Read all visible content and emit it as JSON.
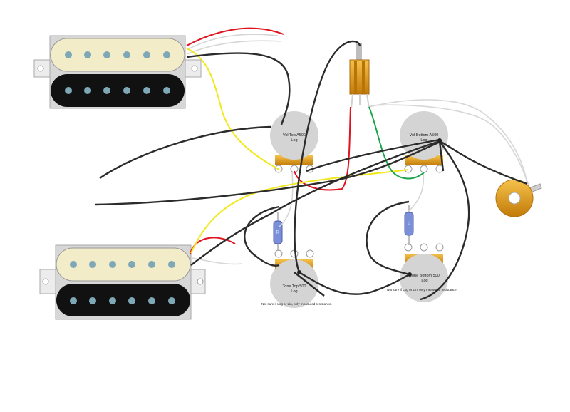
{
  "pots": {
    "vol_top": {
      "name": "Vol Top A500",
      "taper": "Log"
    },
    "vol_bottom": {
      "name": "Vol Bottom A500",
      "taper": "Log"
    },
    "tone_top": {
      "name": "Tone Top 500",
      "taper": "Log",
      "note": "Not sure if Log or Lin, only measured resistance."
    },
    "tone_bottom": {
      "name": "Tone Bottom 500",
      "taper": "Log",
      "note": "Not sure if Log or Lin, only measured resistance."
    }
  },
  "capacitors": {
    "left": ".22",
    "right": ".22"
  },
  "colors": {
    "wire_black": "#2b2b2b",
    "wire_red": "#e0141e",
    "wire_yellow": "#f2e81b",
    "wire_green": "#1aa54a",
    "wire_white": "#d6d6d6",
    "pickup_cream": "#f2ecc9",
    "pickup_black": "#111111",
    "pickup_pole": "#7fa8b6",
    "pot_body": "#d4d4d4",
    "brass": "#d98c10",
    "cap_blue": "#7b8fd8"
  }
}
